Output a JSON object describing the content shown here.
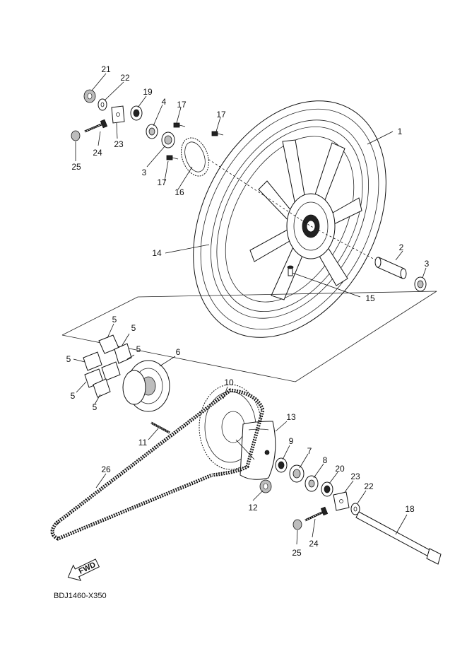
{
  "diagram": {
    "figure_code": "BDJ1460-X350",
    "direction_badge": "FWD",
    "callouts": [
      {
        "id": "c1",
        "label": "1"
      },
      {
        "id": "c2",
        "label": "2"
      },
      {
        "id": "c3a",
        "label": "3"
      },
      {
        "id": "c3b",
        "label": "3"
      },
      {
        "id": "c4",
        "label": "4"
      },
      {
        "id": "c5a",
        "label": "5"
      },
      {
        "id": "c5b",
        "label": "5"
      },
      {
        "id": "c5c",
        "label": "5"
      },
      {
        "id": "c5d",
        "label": "5"
      },
      {
        "id": "c5e",
        "label": "5"
      },
      {
        "id": "c5f",
        "label": "5"
      },
      {
        "id": "c6",
        "label": "6"
      },
      {
        "id": "c7",
        "label": "7"
      },
      {
        "id": "c8",
        "label": "8"
      },
      {
        "id": "c9",
        "label": "9"
      },
      {
        "id": "c10",
        "label": "10"
      },
      {
        "id": "c11",
        "label": "11"
      },
      {
        "id": "c12",
        "label": "12"
      },
      {
        "id": "c13",
        "label": "13"
      },
      {
        "id": "c14",
        "label": "14"
      },
      {
        "id": "c15",
        "label": "15"
      },
      {
        "id": "c16",
        "label": "16"
      },
      {
        "id": "c17a",
        "label": "17"
      },
      {
        "id": "c17b",
        "label": "17"
      },
      {
        "id": "c17c",
        "label": "17"
      },
      {
        "id": "c18",
        "label": "18"
      },
      {
        "id": "c19",
        "label": "19"
      },
      {
        "id": "c20",
        "label": "20"
      },
      {
        "id": "c21",
        "label": "21"
      },
      {
        "id": "c22a",
        "label": "22"
      },
      {
        "id": "c22b",
        "label": "22"
      },
      {
        "id": "c23a",
        "label": "23"
      },
      {
        "id": "c23b",
        "label": "23"
      },
      {
        "id": "c24a",
        "label": "24"
      },
      {
        "id": "c24b",
        "label": "24"
      },
      {
        "id": "c25a",
        "label": "25"
      },
      {
        "id": "c25b",
        "label": "25"
      },
      {
        "id": "c26",
        "label": "26"
      }
    ]
  }
}
